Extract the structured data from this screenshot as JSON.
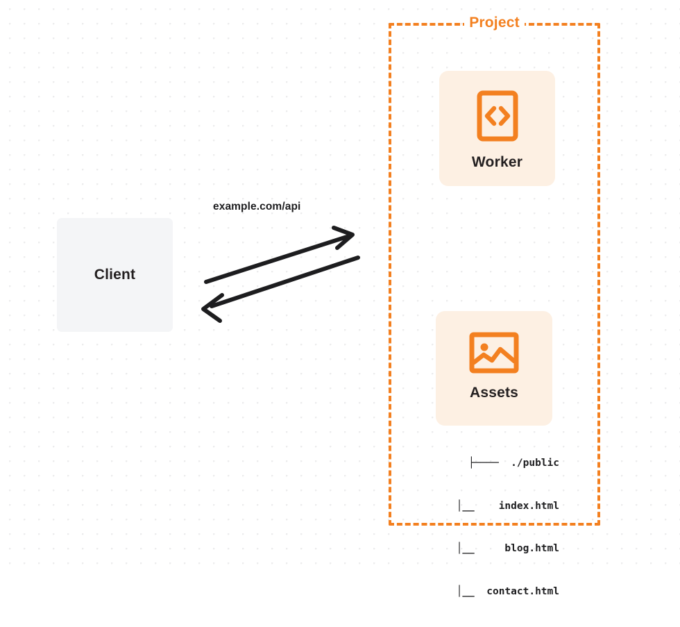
{
  "diagram": {
    "background": {
      "style": "dotted-grid",
      "dot_color": "#ececed",
      "canvas_color": "#ffffff"
    },
    "colors": {
      "accent_orange": "#f38020",
      "card_background": "#fdf0e3",
      "client_background": "#f4f5f7",
      "text_dark": "#231f20",
      "arrow_stroke": "#1d1d1f"
    },
    "client": {
      "label": "Client",
      "icon": "none"
    },
    "project": {
      "title": "Project",
      "border_style": "dashed",
      "border_color": "#f38020",
      "services": [
        {
          "id": "worker",
          "label": "Worker",
          "icon": "code-brackets-icon"
        },
        {
          "id": "assets",
          "label": "Assets",
          "icon": "image-icon"
        }
      ]
    },
    "file_tree": {
      "rows": [
        "├────  ./public",
        "  │__    index.html",
        "  │__     blog.html",
        "  │__  contact.html"
      ],
      "root": "./public",
      "files": [
        "index.html",
        "blog.html",
        "contact.html"
      ]
    },
    "connections": [
      {
        "id": "request",
        "label": "example.com/api",
        "from": "client",
        "to": "project",
        "direction": "outgoing"
      },
      {
        "id": "response",
        "label": "",
        "from": "project",
        "to": "client",
        "direction": "incoming"
      }
    ]
  }
}
